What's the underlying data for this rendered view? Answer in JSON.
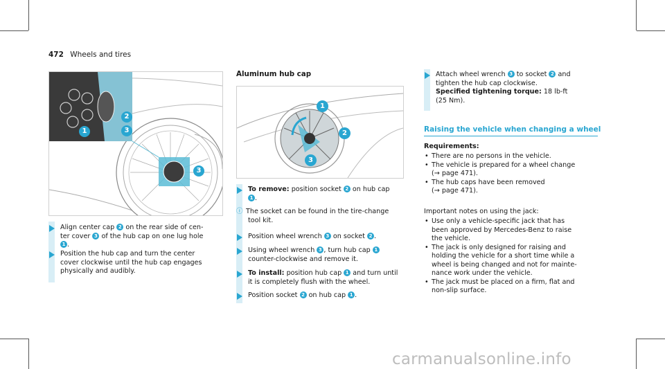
{
  "header": {
    "page_number": "472",
    "section": "Wheels and tires"
  },
  "col1": {
    "step1": {
      "a": "Align center cap",
      "b": "on the rear side of cen-",
      "c": "ter cover",
      "d": "of the hub cap on one lug hole",
      "n1": "2",
      "n2": "3",
      "n3": "1",
      "end": "."
    },
    "step2": {
      "l1": "Position the hub cap and turn the center",
      "l2": "cover clockwise until the hub cap engages",
      "l3": "physically and audibly."
    },
    "fig_labels": [
      "2",
      "3",
      "1",
      "3"
    ]
  },
  "col2": {
    "heading": "Aluminum hub cap",
    "fig_labels": [
      "1",
      "2",
      "3"
    ],
    "remove": {
      "label": "To remove:",
      "text": "position socket",
      "n1": "2",
      "text2": "on hub cap",
      "n2": "1",
      "end": "."
    },
    "info": {
      "l1": "The socket can be found in the tire-change",
      "l2": "tool kit."
    },
    "step_pos": {
      "text": "Position wheel wrench",
      "n1": "3",
      "text2": "on socket",
      "n2": "2",
      "end": "."
    },
    "step_using": {
      "text": "Using wheel wrench",
      "n1": "3",
      "text2": ", turn hub cap",
      "n2": "1",
      "l2": "counter-clockwise and remove it."
    },
    "install": {
      "label": "To install:",
      "text": "position hub cap",
      "n1": "1",
      "text2": "and turn until",
      "l2": "it is completely flush with the wheel."
    },
    "step_pos2": {
      "text": "Position socket",
      "n1": "2",
      "text2": "on hub cap",
      "n2": "1",
      "end": "."
    }
  },
  "col3": {
    "attach": {
      "text": "Attach wheel wrench",
      "n1": "3",
      "text2": "to socket",
      "n2": "2",
      "text3": "and",
      "l2": "tighten the hub cap clockwise.",
      "torque_label": "Specified tightening torque:",
      "torque_val": "18 lb-ft",
      "torque_nm": "(25 Nm)."
    },
    "section_title": "Raising the vehicle when changing a wheel",
    "req_title": "Requirements:",
    "requirements": [
      {
        "l1": "There are no persons in the vehicle."
      },
      {
        "l1": "The vehicle is prepared for a wheel change",
        "l2": "(→ page 471)."
      },
      {
        "l1": "The hub caps have been removed",
        "l2": "(→ page 471)."
      }
    ],
    "notes_title": "Important notes on using the jack:",
    "notes": [
      {
        "l1": "Use only a vehicle-specific jack that has",
        "l2": "been approved by Mercedes-Benz to raise",
        "l3": "the vehicle."
      },
      {
        "l1": "The jack is only designed for raising and",
        "l2": "holding the vehicle for a short time while a",
        "l3": "wheel is being changed and not for mainte-",
        "l4": "nance work under the vehicle."
      },
      {
        "l1": "The jack must be placed on a firm, flat and",
        "l2": "non-slip surface."
      }
    ]
  },
  "watermark": "carmanualsonline.info",
  "colors": {
    "accent": "#29a6d1",
    "step_bar": "#d8eef6"
  }
}
